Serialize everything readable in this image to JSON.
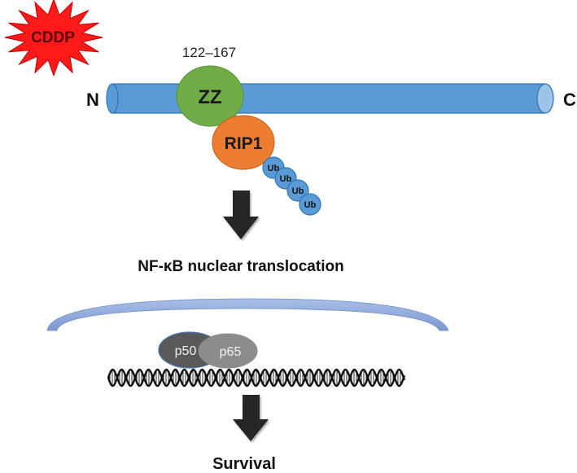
{
  "stimulus": {
    "label": "CDDP",
    "color": "#ff1a1a",
    "text_color": "#5a0000"
  },
  "protein": {
    "n_label": "N",
    "c_label": "C",
    "color": "#5b9bd5",
    "domain": {
      "label": "ZZ",
      "range_label": "122–167",
      "color": "#70ad47"
    }
  },
  "rip1": {
    "label": "RIP1",
    "color": "#ed7d31"
  },
  "ubiquitin": {
    "labels": [
      "Ub",
      "Ub",
      "Ub",
      "Ub"
    ],
    "color": "#5b9bd5"
  },
  "step1_text": "NF-κB nuclear translocation",
  "nucleus": {
    "color": "#8faadc"
  },
  "complex": {
    "p50": {
      "label": "p50",
      "color": "#595959"
    },
    "p65": {
      "label": "p65",
      "color": "#8c8c8c"
    }
  },
  "outcome_text": "Survival"
}
